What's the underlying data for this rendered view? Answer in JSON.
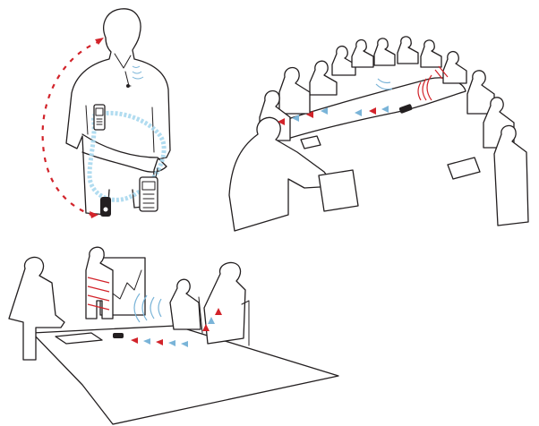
{
  "colors": {
    "line": "#231f20",
    "signal_red": "#d2232a",
    "signal_blue": "#7ab4d8",
    "bodynet_glow": "#a9d8ee",
    "background": "#ffffff"
  },
  "scenes": [
    {
      "id": "scene-personal",
      "icons": [
        "person-silhouette-icon",
        "mobile-phone-icon",
        "hearing-device-icon",
        "remote-control-icon",
        "lapel-microphone-icon"
      ]
    },
    {
      "id": "scene-conference-table",
      "icons": [
        "conference-table-icon",
        "person-silhouette-icon",
        "mobile-phone-icon"
      ]
    },
    {
      "id": "scene-presentation",
      "icons": [
        "presenter-icon",
        "flip-chart-icon",
        "meeting-table-icon",
        "mobile-phone-icon"
      ]
    }
  ]
}
